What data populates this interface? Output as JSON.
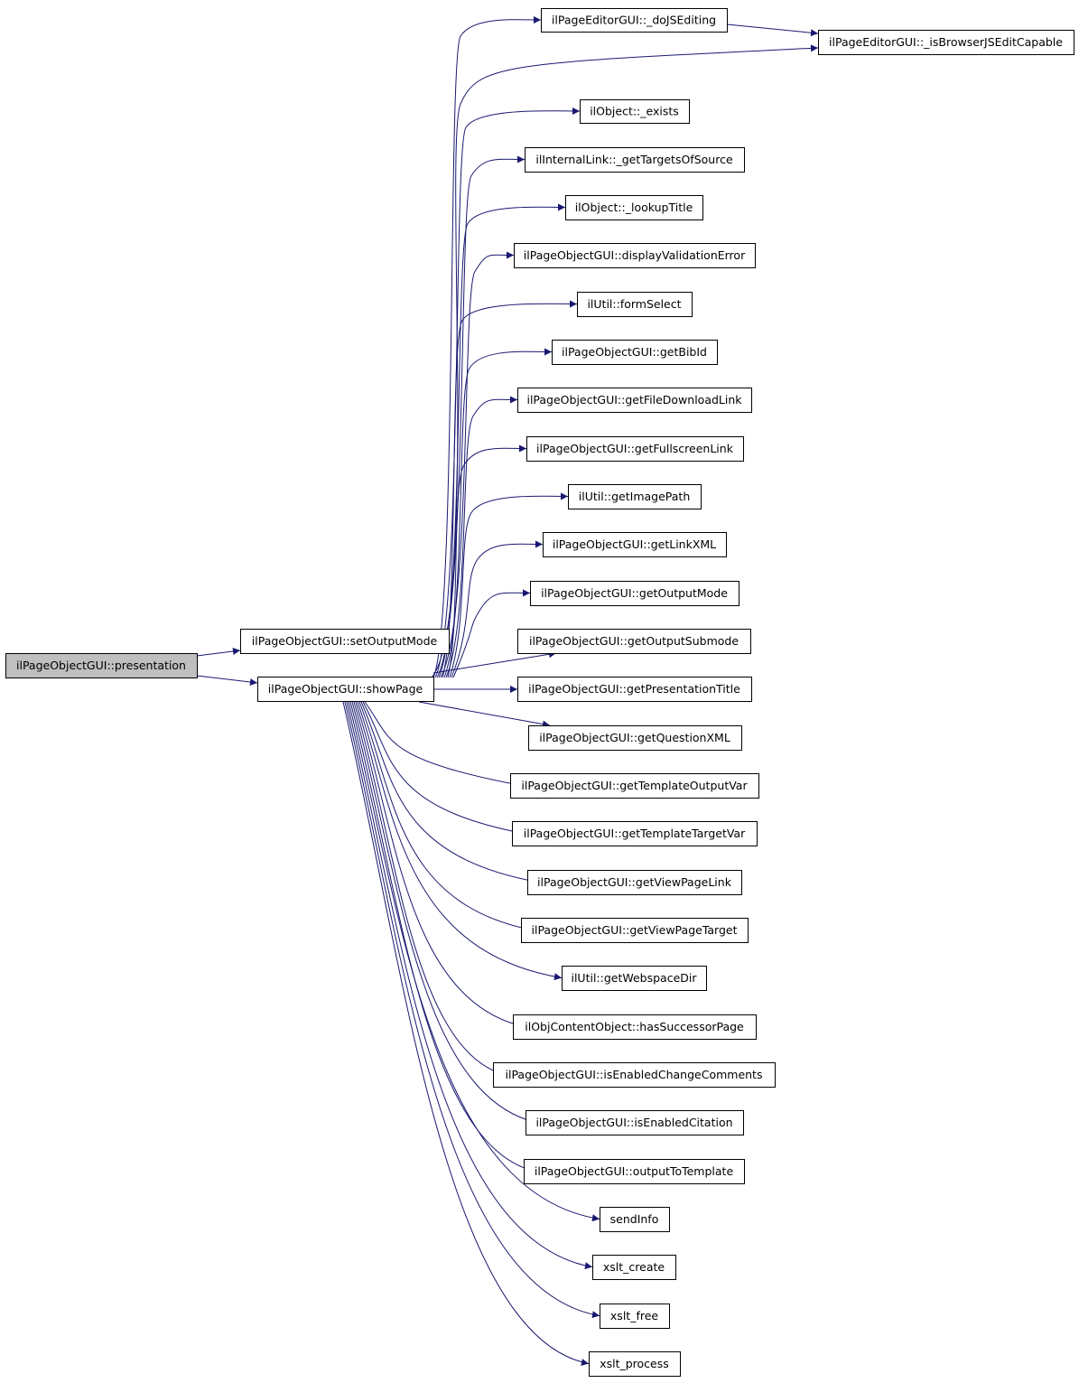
{
  "root": {
    "label": "ilPageObjectGUI::presentation"
  },
  "level1": [
    {
      "id": "setOutputMode",
      "label": "ilPageObjectGUI::setOutputMode"
    },
    {
      "id": "showPage",
      "label": "ilPageObjectGUI::showPage"
    }
  ],
  "callees": [
    {
      "id": "doJSEditing",
      "label": "ilPageEditorGUI::_doJSEditing"
    },
    {
      "id": "isBrowserJSEditCapable",
      "label": "ilPageEditorGUI::_isBrowserJSEditCapable"
    },
    {
      "id": "exists",
      "label": "ilObject::_exists"
    },
    {
      "id": "getTargetsOfSource",
      "label": "ilInternalLink::_getTargetsOfSource"
    },
    {
      "id": "lookupTitle",
      "label": "ilObject::_lookupTitle"
    },
    {
      "id": "displayValidationError",
      "label": "ilPageObjectGUI::displayValidationError"
    },
    {
      "id": "formSelect",
      "label": "ilUtil::formSelect"
    },
    {
      "id": "getBibId",
      "label": "ilPageObjectGUI::getBibId"
    },
    {
      "id": "getFileDownloadLink",
      "label": "ilPageObjectGUI::getFileDownloadLink"
    },
    {
      "id": "getFullscreenLink",
      "label": "ilPageObjectGUI::getFullscreenLink"
    },
    {
      "id": "getImagePath",
      "label": "ilUtil::getImagePath"
    },
    {
      "id": "getLinkXML",
      "label": "ilPageObjectGUI::getLinkXML"
    },
    {
      "id": "getOutputMode",
      "label": "ilPageObjectGUI::getOutputMode"
    },
    {
      "id": "getOutputSubmode",
      "label": "ilPageObjectGUI::getOutputSubmode"
    },
    {
      "id": "getPresentationTitle",
      "label": "ilPageObjectGUI::getPresentationTitle"
    },
    {
      "id": "getQuestionXML",
      "label": "ilPageObjectGUI::getQuestionXML"
    },
    {
      "id": "getTemplateOutputVar",
      "label": "ilPageObjectGUI::getTemplateOutputVar"
    },
    {
      "id": "getTemplateTargetVar",
      "label": "ilPageObjectGUI::getTemplateTargetVar"
    },
    {
      "id": "getViewPageLink",
      "label": "ilPageObjectGUI::getViewPageLink"
    },
    {
      "id": "getViewPageTarget",
      "label": "ilPageObjectGUI::getViewPageTarget"
    },
    {
      "id": "getWebspaceDir",
      "label": "ilUtil::getWebspaceDir"
    },
    {
      "id": "hasSuccessorPage",
      "label": "ilObjContentObject::hasSuccessorPage"
    },
    {
      "id": "isEnabledChangeComments",
      "label": "ilPageObjectGUI::isEnabledChangeComments"
    },
    {
      "id": "isEnabledCitation",
      "label": "ilPageObjectGUI::isEnabledCitation"
    },
    {
      "id": "outputToTemplate",
      "label": "ilPageObjectGUI::outputToTemplate"
    },
    {
      "id": "sendInfo",
      "label": "sendInfo"
    },
    {
      "id": "xslt_create",
      "label": "xslt_create"
    },
    {
      "id": "xslt_free",
      "label": "xslt_free"
    },
    {
      "id": "xslt_process",
      "label": "xslt_process"
    }
  ],
  "colors": {
    "edge": "#191970",
    "root_fill": "#bfbfbf",
    "node_fill": "#ffffff",
    "node_border": "#000000"
  }
}
